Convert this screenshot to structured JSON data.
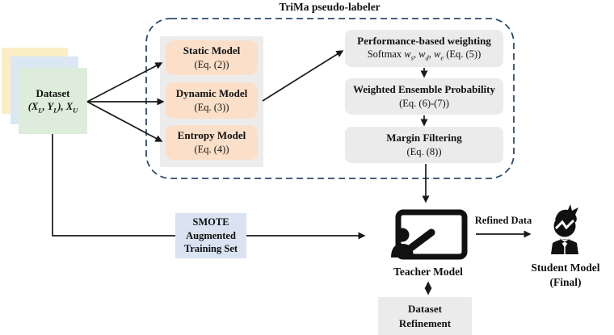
{
  "title": "TriMa pseudo-labeler",
  "dataset": {
    "title": "Dataset",
    "math": {
      "p1": "(X",
      "s1": "L",
      "p2": ", Y",
      "s2": "L",
      "p3": "), X",
      "s3": "U"
    }
  },
  "models": {
    "static": {
      "name": "Static Model",
      "eq": "(Eq. (2))"
    },
    "dynamic": {
      "name": "Dynamic Model",
      "eq": "(Eq. (3))"
    },
    "entropy": {
      "name": "Entropy Model",
      "eq": "(Eq. (4))"
    }
  },
  "pipeline": {
    "performance": {
      "name": "Performance-based weighting",
      "eq_prefix": "Softmax ",
      "w": "w",
      "sub_s": "s",
      "comma": ", ",
      "sub_d": "d",
      "sub_e": "e",
      "eq_suffix": " (Eq. (5))"
    },
    "weighted": {
      "name": "Weighted Ensemble Probability",
      "eq": "(Eq. (6)-(7))"
    },
    "margin": {
      "name": "Margin Filtering",
      "eq": "(Eq. (8))"
    }
  },
  "smote": {
    "line1": "SMOTE",
    "line2": "Augmented",
    "line3": "Training Set"
  },
  "teacher": {
    "label": "Teacher Model"
  },
  "refined_data": {
    "label": "Refined Data"
  },
  "student": {
    "label1": "Student Model",
    "label2": "(Final)"
  },
  "refinement": {
    "line1": "Dataset",
    "line2": "Refinement"
  },
  "colors": {
    "dashed_border": "#2e4a6b",
    "card_yellow": "#faeec7",
    "card_blue": "#dbe7f3",
    "card_green": "#deeddb",
    "model_box": "#fbdfc9",
    "model_group_bg": "#ececec",
    "pipeline_box": "#ebebeb",
    "smote_box": "#d9e3f1",
    "arrow": "#1a1a1a"
  }
}
